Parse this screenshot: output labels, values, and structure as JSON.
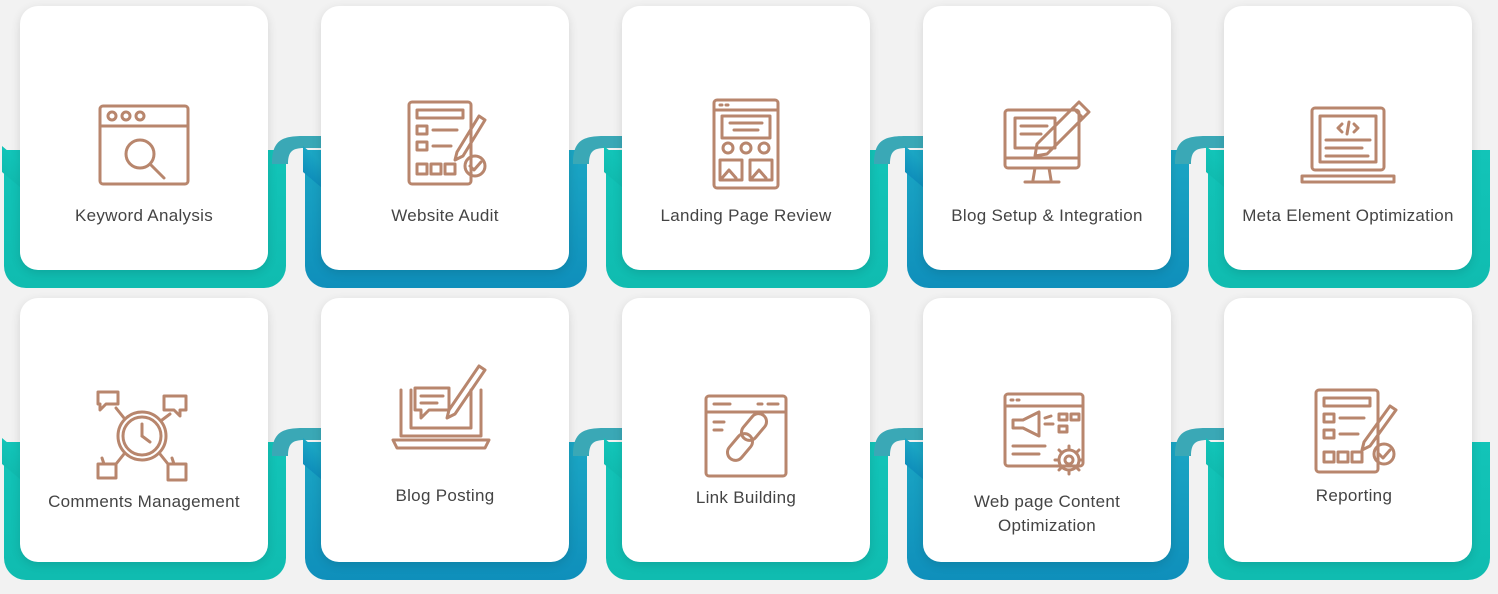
{
  "colors": {
    "accent_teal": "#12c4b8",
    "accent_blue": "#0f8fbb",
    "icon": "#b8866d",
    "arrow": "#3aa8b6"
  },
  "steps": [
    {
      "label": "Keyword Analysis",
      "icon": "browser-search-icon"
    },
    {
      "label": "Website Audit",
      "icon": "checklist-edit-icon"
    },
    {
      "label": "Landing Page Review",
      "icon": "landing-page-icon"
    },
    {
      "label": "Blog Setup & Integration",
      "icon": "monitor-pencil-icon"
    },
    {
      "label": "Meta Element Optimization",
      "icon": "laptop-code-icon"
    },
    {
      "label": "Comments Management",
      "icon": "clock-comments-icon"
    },
    {
      "label": "Blog Posting",
      "icon": "laptop-chat-pen-icon"
    },
    {
      "label": "Link Building",
      "icon": "browser-chain-icon"
    },
    {
      "label": "Web page Content Optimization",
      "icon": "browser-megaphone-gear-icon"
    },
    {
      "label": "Reporting",
      "icon": "report-check-icon"
    }
  ]
}
